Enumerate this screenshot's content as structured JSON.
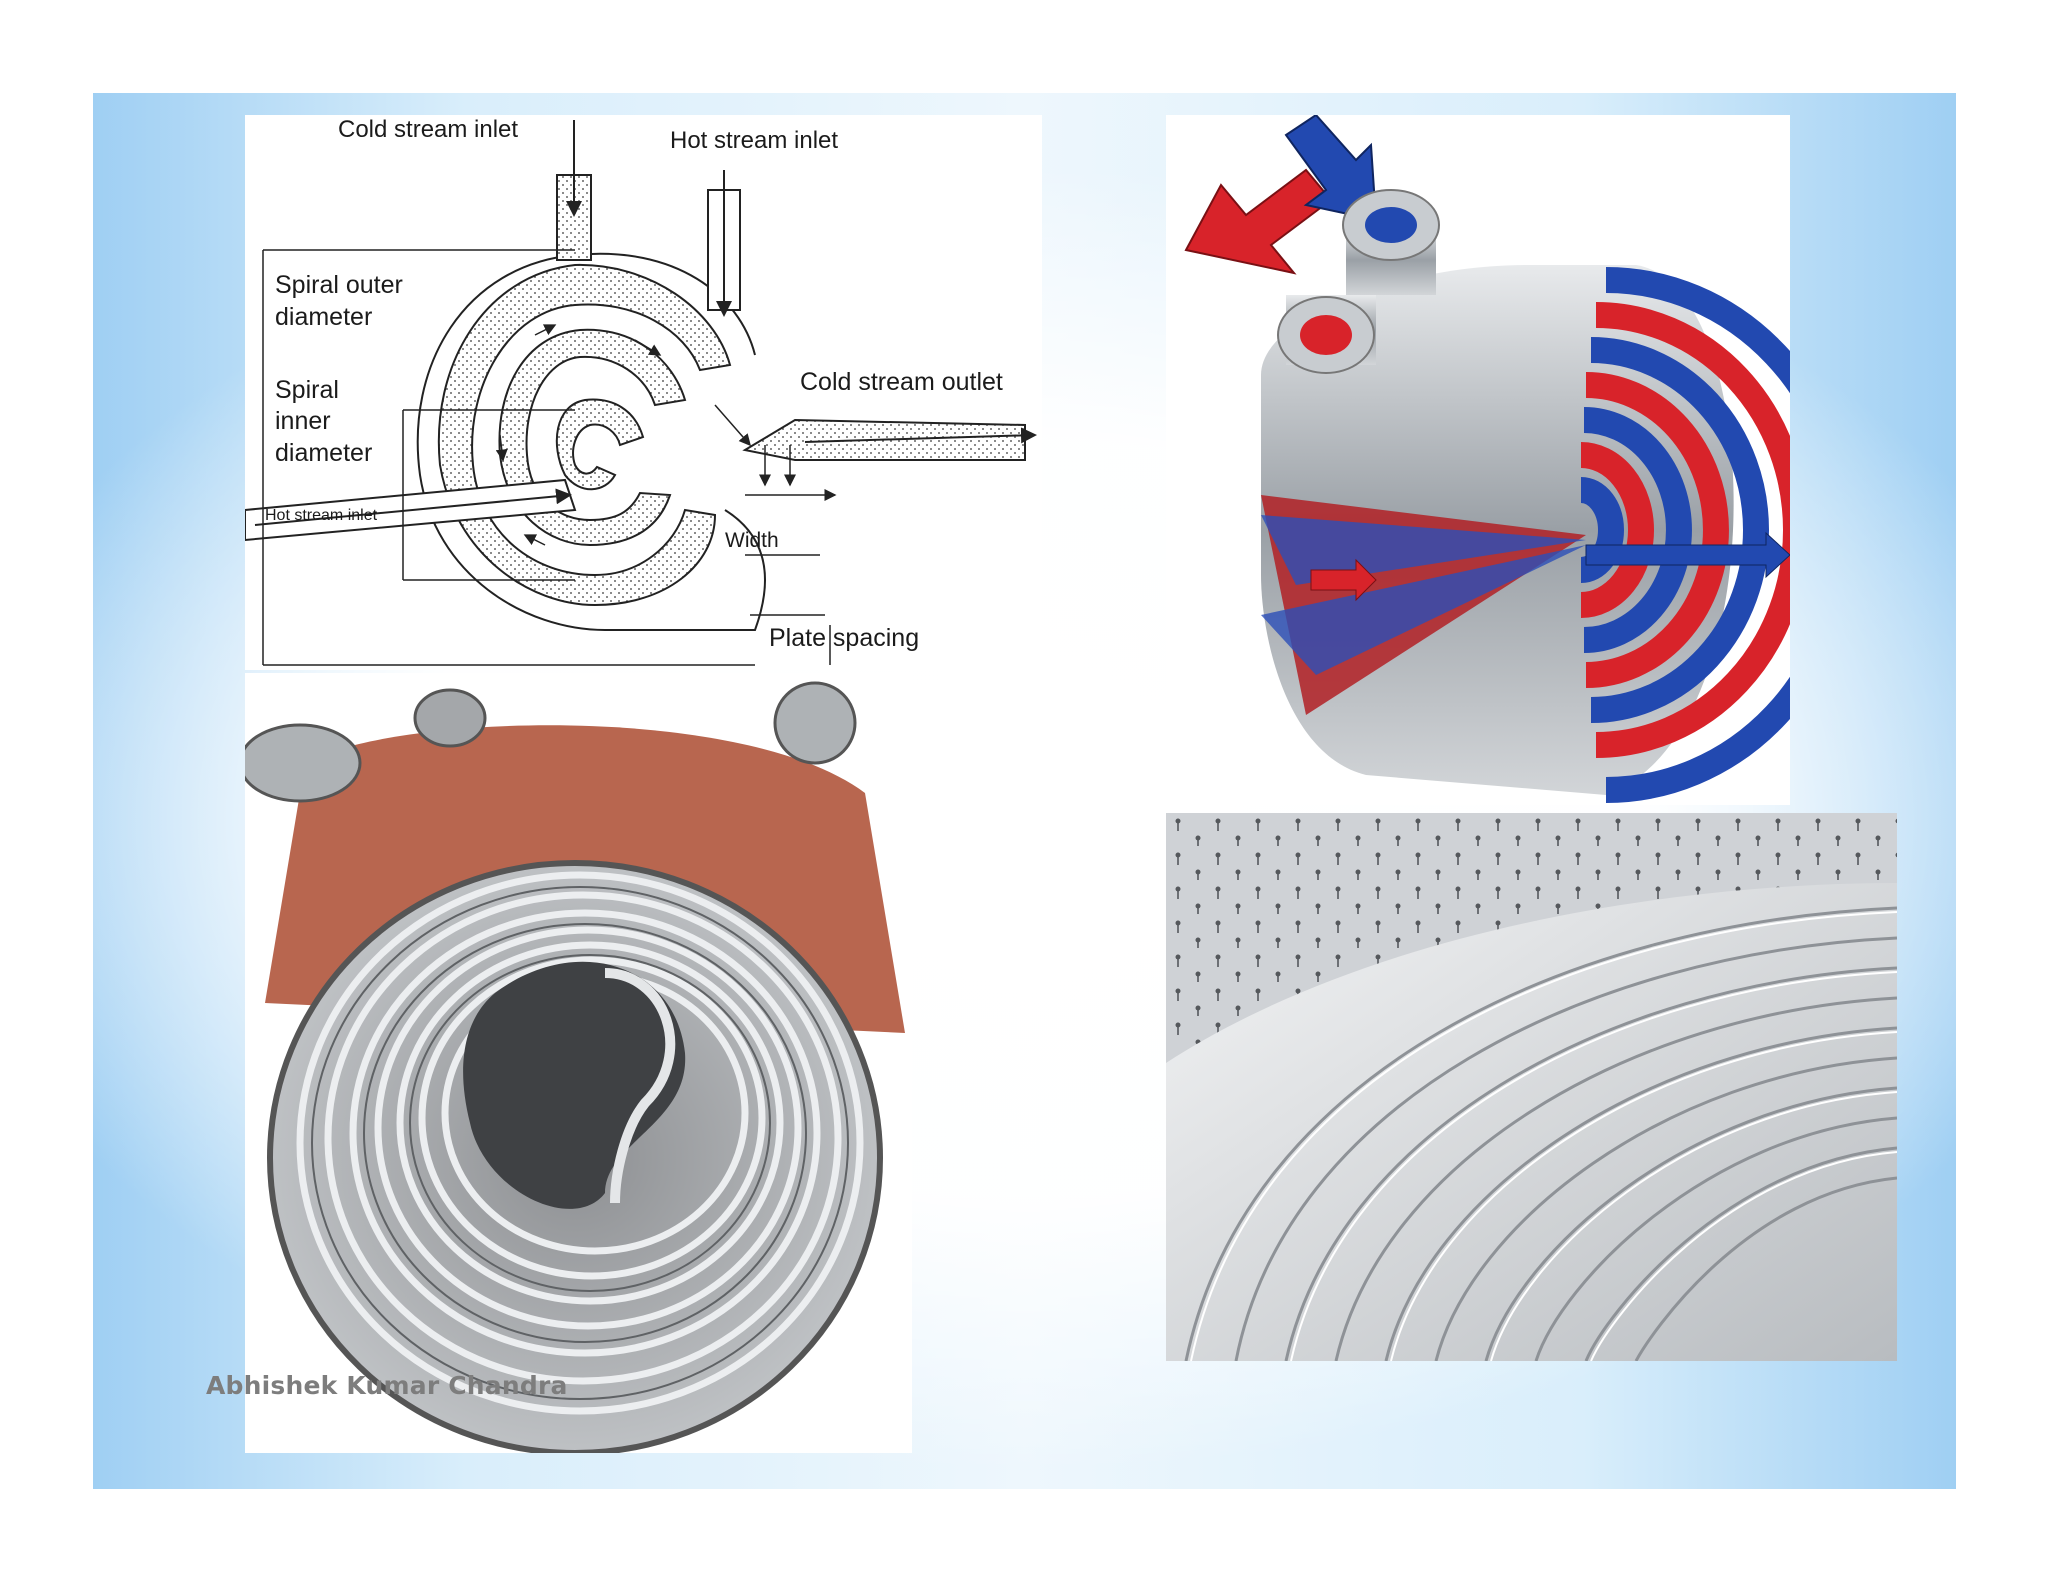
{
  "diagram": {
    "labels": {
      "cold_stream_inlet": "Cold stream inlet",
      "hot_stream_inlet_top": "Hot stream inlet",
      "spiral_outer_1": "Spiral outer",
      "spiral_outer_2": "diameter",
      "spiral_inner_1": "Spiral",
      "spiral_inner_2": "inner",
      "spiral_inner_3": "diameter",
      "cold_stream_outlet": "Cold stream outlet",
      "hot_stream_inlet_side": "Hot stream inlet",
      "width": "Width",
      "plate_spacing": "Plate spacing"
    }
  },
  "colors": {
    "hot": "#d8232a",
    "cold": "#2249b0",
    "steel": "#b9bec3",
    "author_text": "#7d7d7d"
  },
  "author": "Abhishek Kumar Chandra"
}
